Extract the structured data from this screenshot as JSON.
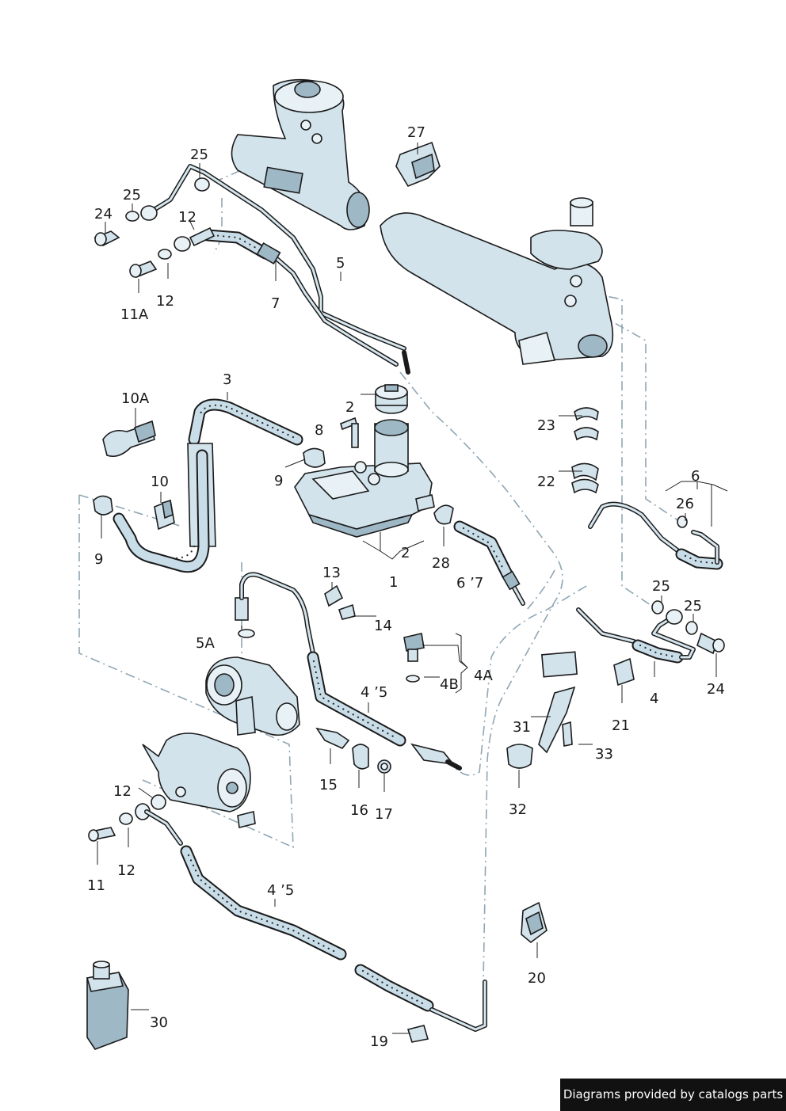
{
  "labels": {
    "l27": "27",
    "l25a": "25",
    "l25b": "25",
    "l24a": "24",
    "l12a": "12",
    "l5": "5",
    "l11a": "11A",
    "l12b": "12",
    "l7": "7",
    "l3": "3",
    "l2a": "2",
    "l8": "8",
    "l10a": "10A",
    "l10": "10",
    "l9a": "9",
    "l9b": "9",
    "l2b": "2",
    "l1": "1",
    "l28": "28",
    "l67": "6 ’7",
    "l23": "23",
    "l22": "22",
    "l6": "6",
    "l26": "26",
    "l13": "13",
    "l14": "14",
    "l5a": "5A",
    "l4a": "4A",
    "l4b": "4B",
    "l45a": "4 ’5",
    "l25c": "25",
    "l25d": "25",
    "l4": "4",
    "l24b": "24",
    "l21": "21",
    "l31": "31",
    "l33": "33",
    "l32": "32",
    "l15": "15",
    "l16": "16",
    "l17": "17",
    "l12c": "12",
    "l12d": "12",
    "l11": "11",
    "l45b": "4 ’5",
    "l20": "20",
    "l30": "30",
    "l19": "19"
  },
  "footer": {
    "credit": "Diagrams provided by catalogs parts"
  },
  "colors": {
    "part_fill": "#d2e3ec",
    "outline": "#1b1b1b",
    "dash": "#8fa6b4",
    "credit_bg": "#111111"
  }
}
